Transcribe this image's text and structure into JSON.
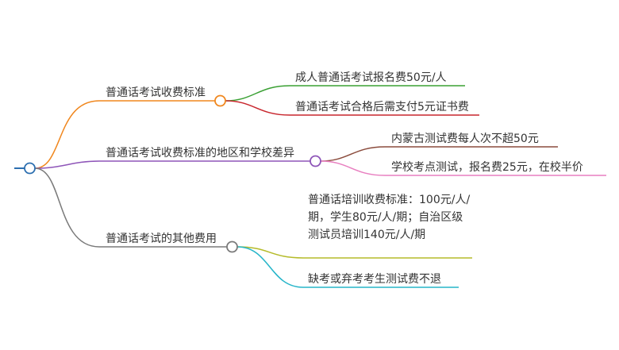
{
  "colors": {
    "root": "#2c6fb0",
    "branch1": "#f0871e",
    "branch1_leaf1": "#3aa033",
    "branch1_leaf2": "#c8262d",
    "branch2": "#8e55b8",
    "branch2_leaf1": "#8b4c3d",
    "branch2_leaf2": "#e87fc0",
    "branch3": "#7a7a7a",
    "branch3_leaf1": "#b5bb2a",
    "branch3_leaf2": "#26b5c9"
  },
  "branches": [
    {
      "label": "普通话考试收费标准",
      "children": [
        "成人普通话考试报名费50元/人",
        "普通话考试合格后需支付5元证书费"
      ]
    },
    {
      "label": "普通话考试收费标准的地区和学校差异",
      "children": [
        "内蒙古测试费每人次不超50元",
        "学校考点测试，报名费25元，在校半价"
      ]
    },
    {
      "label": "普通话考试的其他费用",
      "children": [
        "普通话培训收费标准：100元/人/期，学生80元/人/期；自治区级测试员培训140元/人/期",
        "缺考或弃考考生测试费不退"
      ]
    }
  ]
}
